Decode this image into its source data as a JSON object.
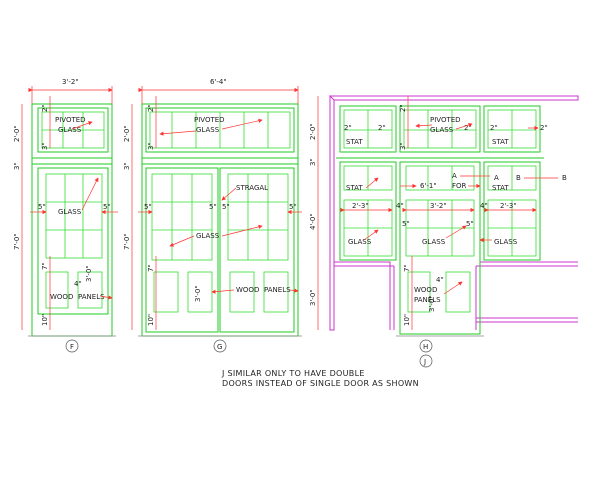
{
  "dims": {
    "f_width": "3'-2\"",
    "g_width": "6'-4\"",
    "top_h": "2'-0\"",
    "mid_h": "3\"",
    "main_h": "7'-0\"",
    "h_mid": "4'-0\"",
    "h_low": "3'-0\"",
    "two": "2\"",
    "three": "3\"",
    "five": "5\"",
    "seven": "7\"",
    "four": "4\"",
    "ten": "10\"",
    "three_oh": "3'-0\"",
    "two_three": "2'-3\"",
    "three_two": "3'-2\"",
    "six_one": "6'-1\""
  },
  "labels": {
    "pivoted": "PIVOTED",
    "glass": "GLASS",
    "wood": "WOOD",
    "panels": "PANELS",
    "stragal": "STRAGAL",
    "stat": "STAT",
    "for": "FOR",
    "a": "A",
    "b": "B"
  },
  "circles": {
    "f": "F",
    "g": "G",
    "h": "H",
    "j": "J"
  },
  "note": {
    "line1": "J SIMILAR ONLY TO HAVE DOUBLE",
    "line2": "DOORS INSTEAD OF SINGLE DOOR AS SHOWN"
  }
}
